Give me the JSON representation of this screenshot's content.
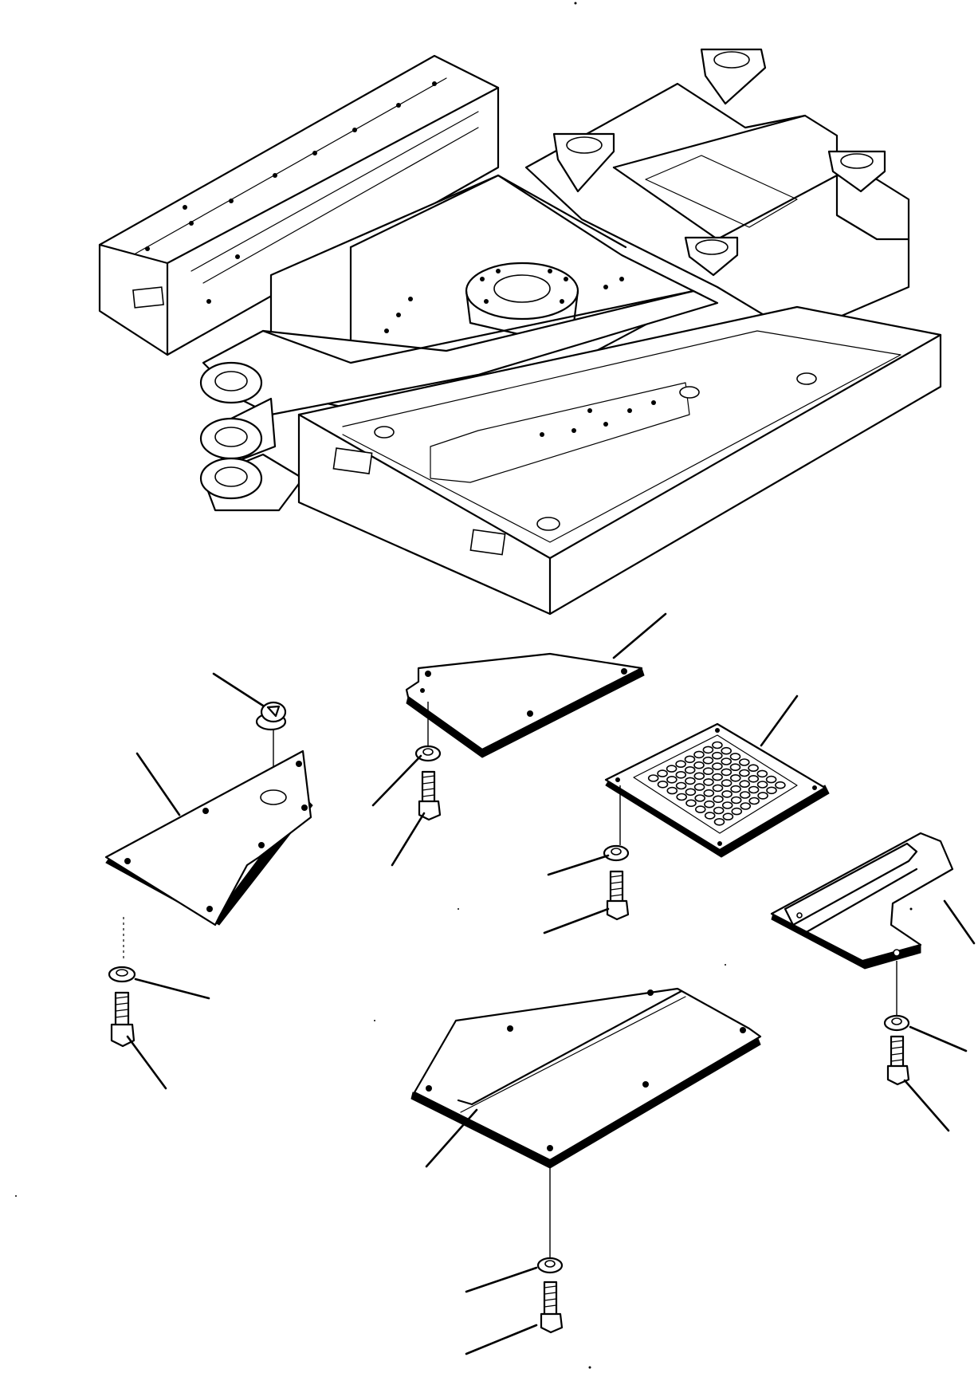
{
  "diagram": {
    "kind": "exploded-parts-drawing",
    "line_color": "#000000",
    "background_color": "#ffffff",
    "parts": [
      {
        "id": "revolving-frame"
      },
      {
        "id": "cover-plate-left"
      },
      {
        "id": "grommet"
      },
      {
        "id": "cover-plate-top"
      },
      {
        "id": "mesh-cover"
      },
      {
        "id": "cover-plate-right"
      },
      {
        "id": "under-cover-plate"
      },
      {
        "id": "washer"
      },
      {
        "id": "bolt"
      }
    ],
    "callout_labels": []
  }
}
